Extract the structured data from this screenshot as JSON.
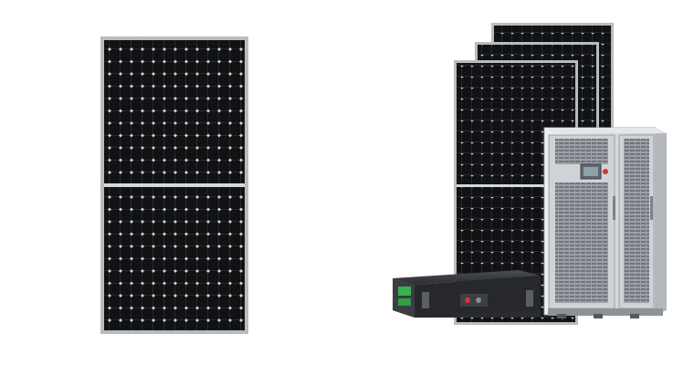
{
  "scene": {
    "background": "#ffffff",
    "subjects": [
      "single-solar-panel",
      "solar-panel-array",
      "battery-module",
      "inverter-cabinet"
    ]
  },
  "colors": {
    "panel_frame": "#b9bcbf",
    "panel_cell": "#111214",
    "cell_grid": "#3a3d42",
    "cabinet_body": "#d4d7da",
    "cabinet_vent": "#8c9095",
    "battery_body": "#2a2c2f",
    "status_green": "#37b24d",
    "alarm_red": "#d63031"
  }
}
